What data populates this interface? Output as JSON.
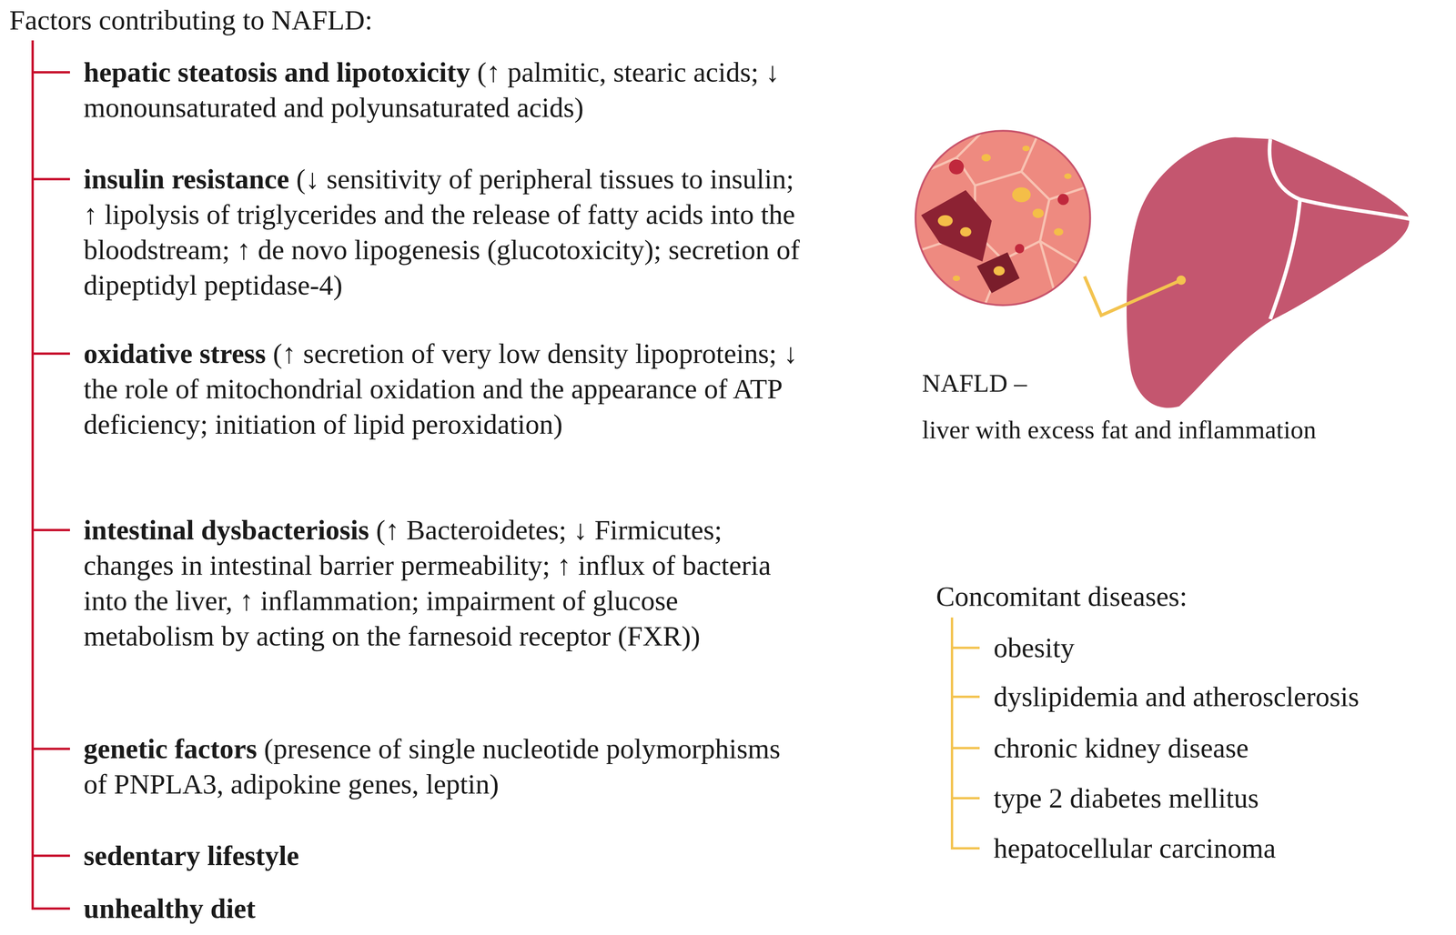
{
  "diagram": {
    "title": "Factors contributing to NAFLD:",
    "labels": [
      "hepatic steatosis and lipotoxicity",
      "(↑ palmitic, stearic acids; ↓ monounsaturated and polyunsaturated acids)",
      "insulin resistance",
      "(↓ sensitivity of peripheral tissues to insulin; ↑ lipolysis of triglycerides and the release of fatty acids into the bloodstream; ↑ de novo lipogenesis (glucotoxicity); secretion of dipeptidyl peptidase-4)",
      "oxidative stress",
      "(↑ secretion of very low density lipoproteins; ↓ the role of mitochondrial oxidation and the appearance of ATP deficiency; initiation of lipid peroxidation)",
      "intestinal dysbacteriosis",
      "(↑ Bacteroidetes; ↓ Firmicutes; changes in intestinal barrier permeability; ↑ influx of bacteria into the liver, ↑ inflammation; impairment of glucose metabolism by acting on the farnesoid receptor (FXR))",
      "genetic factors",
      "(presence of single nucleotide polymorphisms of PNPLA3, adipokine genes, leptin)",
      "sedentary lifestyle",
      "unhealthy diet",
      "NAFLD –",
      "liver with excess fat and inflammation",
      "Concomitant diseases:",
      "obesity",
      "dyslipidemia and atherosclerosis",
      "chronic kidney disease",
      "type 2 diabetes mellitus",
      "hepatocellular carcinoma"
    ]
  }
}
